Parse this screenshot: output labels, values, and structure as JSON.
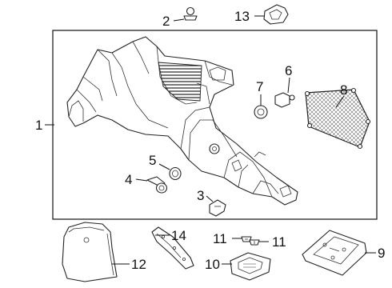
{
  "callouts": {
    "c1": "1",
    "c2": "2",
    "c3": "3",
    "c4": "4",
    "c5": "5",
    "c6": "6",
    "c7": "7",
    "c8": "8",
    "c9": "9",
    "c10": "10",
    "c11a": "11",
    "c11b": "11",
    "c12": "12",
    "c13": "13",
    "c14": "14"
  }
}
